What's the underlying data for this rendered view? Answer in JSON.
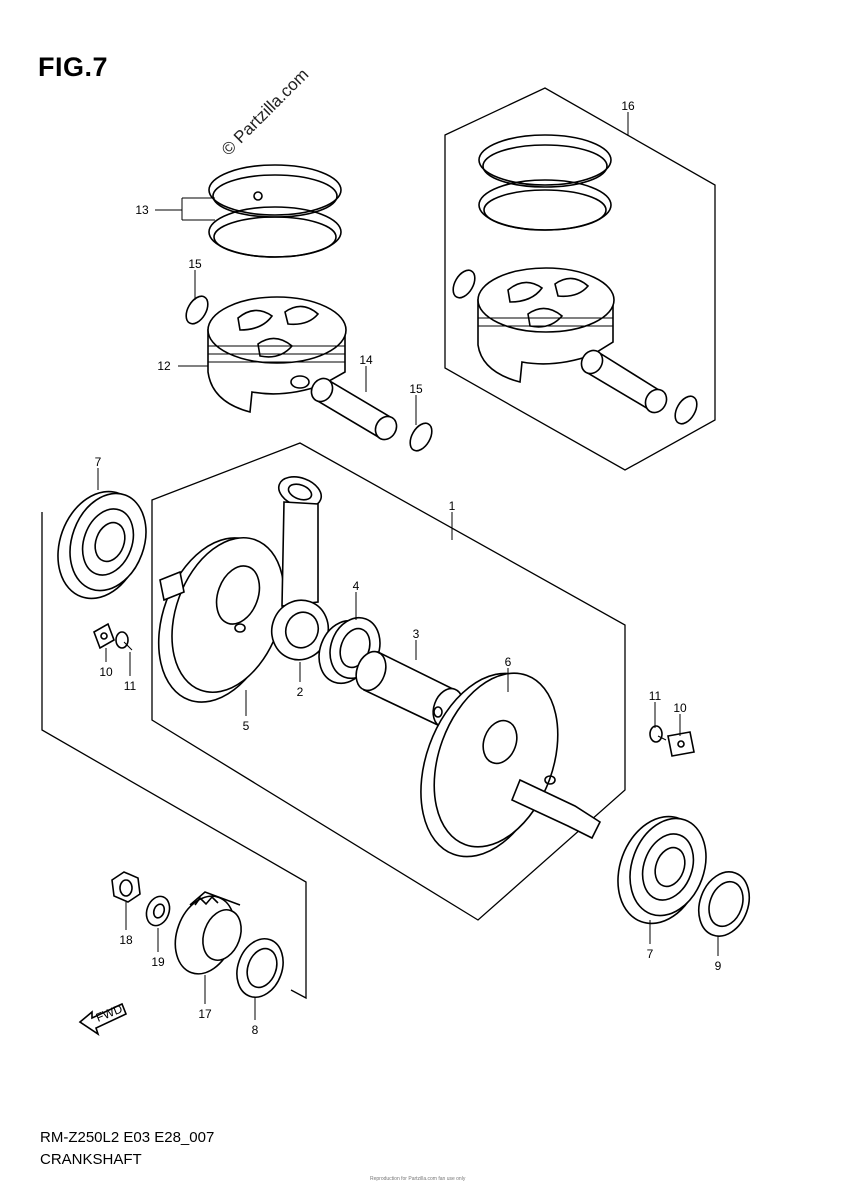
{
  "figure": {
    "title": "FIG.7",
    "model_code": "RM-Z250L2 E03 E28_007",
    "caption": "CRANKSHAFT",
    "watermark": "© Partzilla.com",
    "footnote": "Reproduction for Partzilla.com fan use only"
  },
  "callouts": [
    {
      "id": "p1",
      "label": "1"
    },
    {
      "id": "p2",
      "label": "2"
    },
    {
      "id": "p3",
      "label": "3"
    },
    {
      "id": "p4",
      "label": "4"
    },
    {
      "id": "p5",
      "label": "5"
    },
    {
      "id": "p6",
      "label": "6"
    },
    {
      "id": "p7a",
      "label": "7"
    },
    {
      "id": "p7b",
      "label": "7"
    },
    {
      "id": "p8",
      "label": "8"
    },
    {
      "id": "p9",
      "label": "9"
    },
    {
      "id": "p10a",
      "label": "10"
    },
    {
      "id": "p10b",
      "label": "10"
    },
    {
      "id": "p11a",
      "label": "11"
    },
    {
      "id": "p11b",
      "label": "11"
    },
    {
      "id": "p12",
      "label": "12"
    },
    {
      "id": "p13",
      "label": "13"
    },
    {
      "id": "p14",
      "label": "14"
    },
    {
      "id": "p15a",
      "label": "15"
    },
    {
      "id": "p15b",
      "label": "15"
    },
    {
      "id": "p16",
      "label": "16"
    },
    {
      "id": "p17",
      "label": "17"
    },
    {
      "id": "p18",
      "label": "18"
    },
    {
      "id": "p19",
      "label": "19"
    }
  ],
  "direction_arrow": {
    "label": "FWD"
  }
}
